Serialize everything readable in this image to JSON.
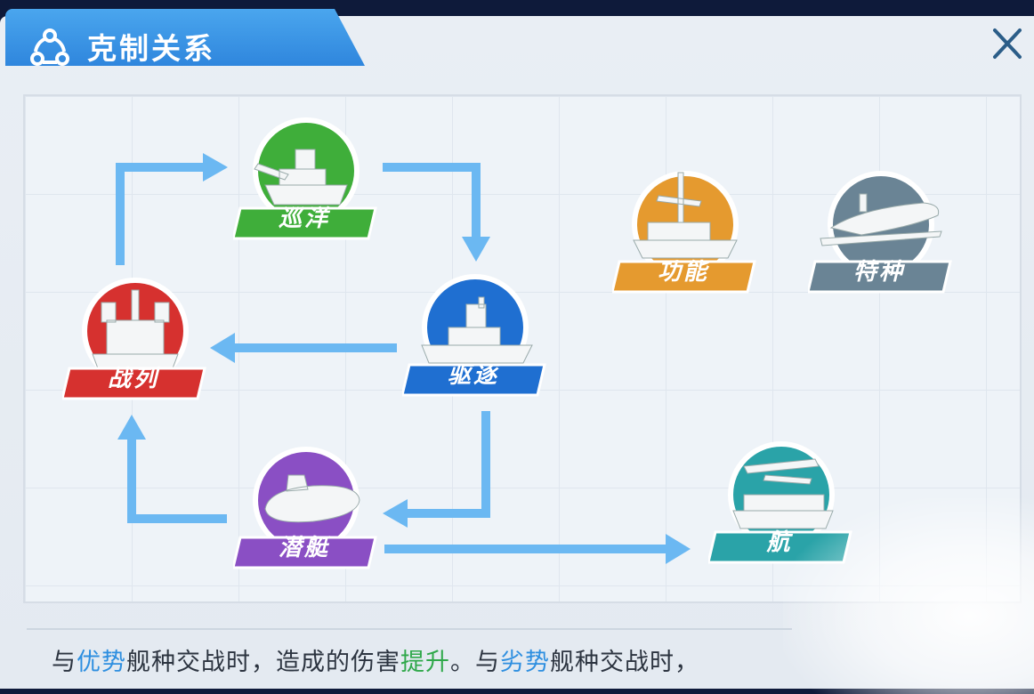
{
  "header": {
    "title": "克制关系",
    "title_icon": "triangle-nodes-icon",
    "close_icon": "close-icon"
  },
  "ships": {
    "cruiser": {
      "label": "巡洋",
      "color": "#3fae3a"
    },
    "destroyer": {
      "label": "驱逐",
      "color": "#1f6fd1"
    },
    "battleship": {
      "label": "战列",
      "color": "#d6312f"
    },
    "submarine": {
      "label": "潜艇",
      "color": "#8a4fc4"
    },
    "carrier": {
      "label": "航",
      "color": "#2aa3a8"
    },
    "support": {
      "label": "功能",
      "color": "#e59a2f"
    },
    "special": {
      "label": "特种",
      "color": "#6a8495"
    }
  },
  "description": {
    "p1": "与",
    "p2": "优势",
    "p3": "舰种交战时，造成的伤害",
    "p4": "提升",
    "p5": "。与",
    "p6": "劣势",
    "p7": "舰种交战时，"
  }
}
